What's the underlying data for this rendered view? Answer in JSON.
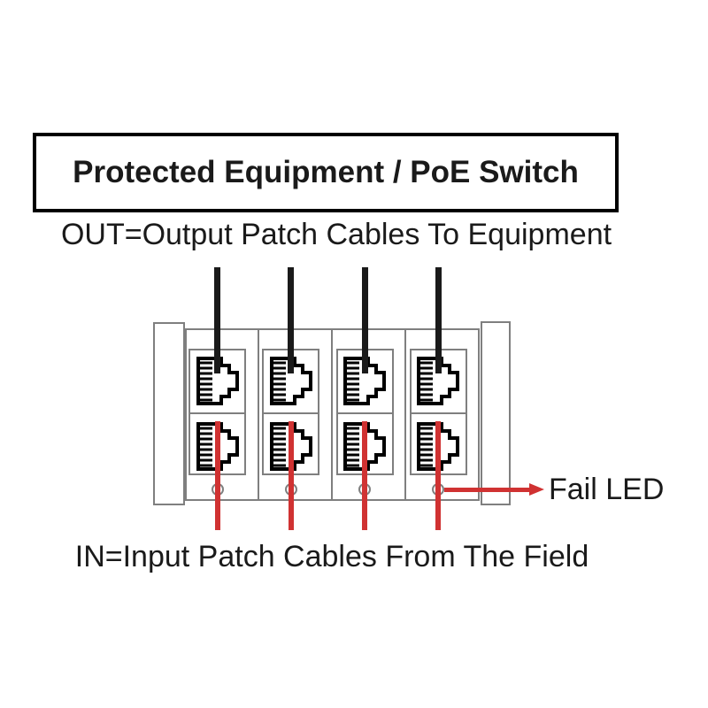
{
  "page": {
    "background": "#ffffff",
    "description_visible_elements": "wiring diagram of an 8-port protector panel"
  },
  "title_box": {
    "label": "Protected Equipment / PoE Switch"
  },
  "labels": {
    "out": "OUT=Output Patch Cables To Equipment",
    "in": "IN=Input Patch Cables From The Field",
    "fail_led": "Fail LED"
  },
  "device": {
    "module_count": 4,
    "ports_per_module": 2,
    "port_rows": [
      "OUT",
      "IN"
    ],
    "out_cable_count": 4,
    "in_cable_count": 4,
    "fail_led_count": 4
  },
  "colors": {
    "out_cable": "#1a1a1a",
    "in_cable": "#d03232",
    "arrow": "#d03232",
    "device_outline": "#7f7f7f",
    "port_icon": "#000000",
    "title_border": "#000000",
    "text": "#1a1a1a"
  },
  "icons": {
    "rj45_port": "rj45-port-icon",
    "fail_led_indicator": "led-circle-icon",
    "fail_led_arrow": "arrow-right-icon"
  }
}
